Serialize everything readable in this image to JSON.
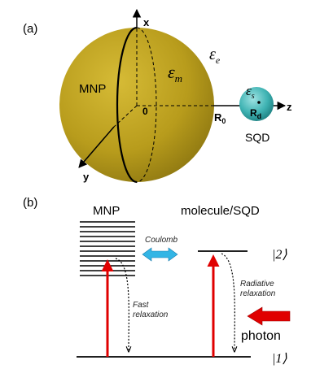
{
  "panel_a": {
    "label": "(a)",
    "axis_x": "x",
    "axis_y": "y",
    "axis_z": "z",
    "origin": "0",
    "mnp_label": "MNP",
    "eps_m": "ε",
    "eps_m_sub": "m",
    "eps_e": "ε",
    "eps_e_sub": "e",
    "eps_s": "ε",
    "eps_s_sub": "s",
    "r0": "R",
    "r0_sub": "0",
    "rd": "R",
    "rd_sub": "d",
    "sqd_label": "SQD",
    "colors": {
      "sphere": "#b89c1c",
      "sqd": "#3fb3b3"
    }
  },
  "panel_b": {
    "label": "(b)",
    "mnp_title": "MNP",
    "molecule_title": "molecule/SQD",
    "coulomb": "Coulomb",
    "fast_relaxation_1": "Fast",
    "fast_relaxation_2": "relaxation",
    "radiative_1": "Radiative",
    "radiative_2": "relaxation",
    "photon": "photon",
    "state2": "|2⟩",
    "state1": "|1⟩",
    "colors": {
      "excite_arrow": "#e00000",
      "coulomb_arrow": "#33b5e5",
      "photon_arrow": "#e00000"
    }
  }
}
